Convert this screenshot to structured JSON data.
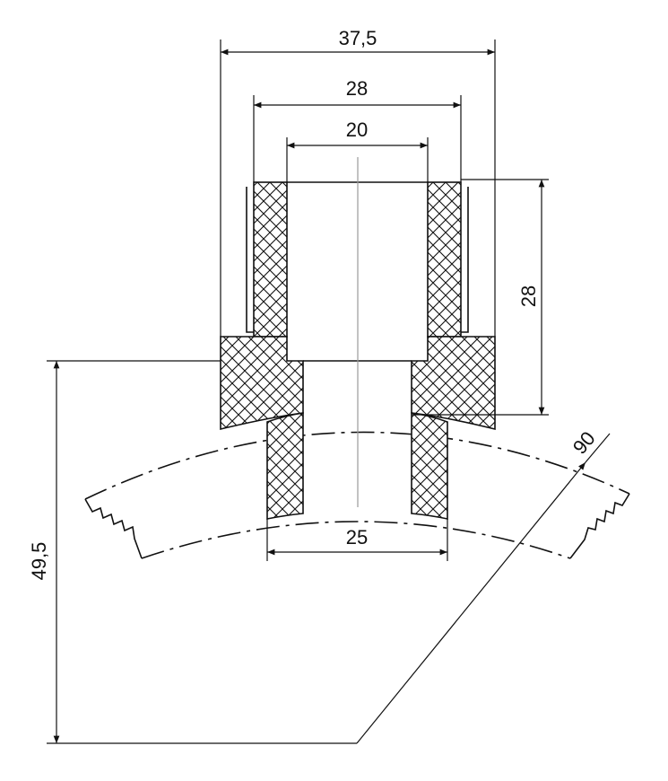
{
  "dimensions": {
    "outer_width": "37,5",
    "socket_width": "28",
    "inner_width": "20",
    "socket_depth": "28",
    "branch_width": "25",
    "total_height": "49,5",
    "pipe_diameter": "90"
  }
}
